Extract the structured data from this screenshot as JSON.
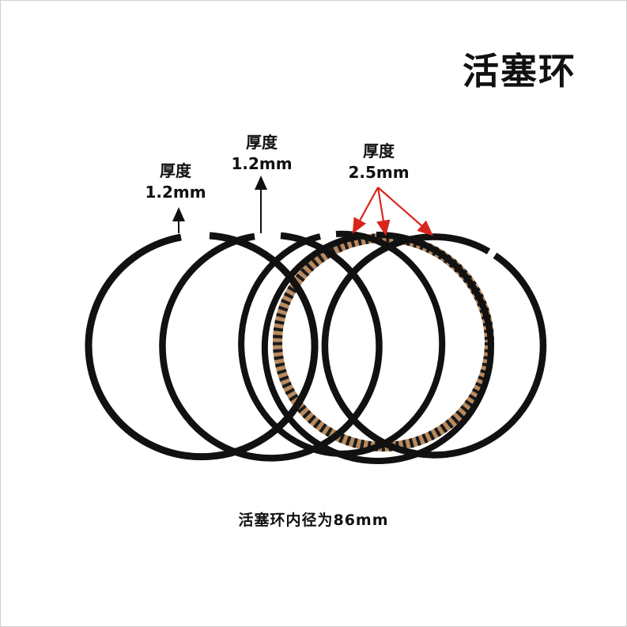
{
  "title": "活塞环",
  "labels": [
    {
      "heading": "厚度",
      "value": "1.2mm"
    },
    {
      "heading": "厚度",
      "value": "1.2mm"
    },
    {
      "heading": "厚度",
      "value": "2.5mm"
    }
  ],
  "caption": "活塞环内径为86mm",
  "colors": {
    "ring": "#111111",
    "arrow_black": "#111111",
    "arrow_red": "#d9261c",
    "spring_bronze": "#b98a5e"
  }
}
